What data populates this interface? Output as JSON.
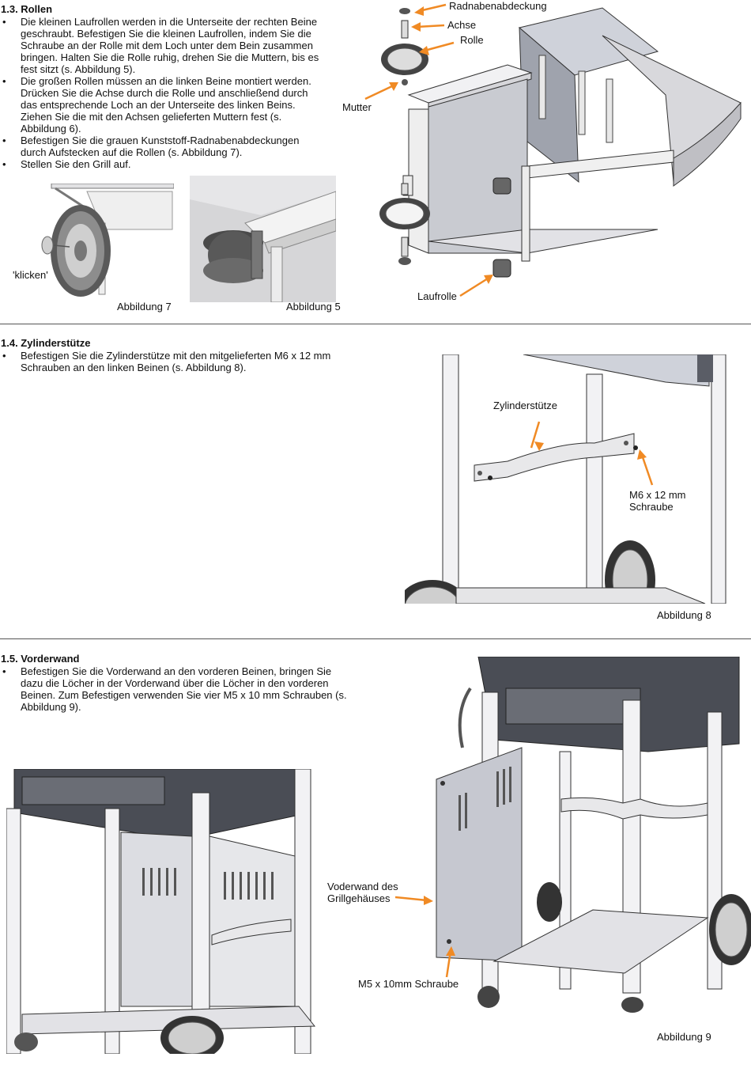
{
  "section_1_3": {
    "heading": "1.3. Rollen",
    "bullets": [
      "Die kleinen Laufrollen werden in die Unterseite der rechten Beine geschraubt. Befestigen Sie die kleinen Laufrollen, indem Sie die Schraube an der Rolle mit dem Loch unter dem Bein zusammen bringen. Halten Sie die Rolle ruhig, drehen Sie die Muttern, bis es fest sitzt (s. Abbildung 5).",
      "Die großen Rollen müssen an die linken Beine montiert werden. Drücken Sie die Achse durch die Rolle und anschließend durch das entsprechende Loch an der Unterseite des linken Beins. Ziehen Sie die mit den Achsen gelieferten Muttern fest (s. Abbildung 6).",
      "Befestigen Sie die grauen Kunststoff-Radnabenabdeckungen durch Aufstecken auf die Rollen (s. Abbildung 7).",
      "Stellen Sie den Grill auf."
    ],
    "fig7_caption": "Abbildung 7",
    "fig5_caption": "Abbildung 5",
    "klicken_label": "'klicken'",
    "labels": {
      "radnabenabdeckung": "Radnabenabdeckung",
      "achse": "Achse",
      "rolle": "Rolle",
      "mutter": "Mutter",
      "laufrolle": "Laufrolle"
    }
  },
  "section_1_4": {
    "heading": "1.4. Zylinderstütze",
    "bullets": [
      "Befestigen Sie die Zylinderstütze mit den mitgelieferten M6 x 12 mm Schrauben an den linken Beinen (s. Abbildung 8)."
    ],
    "labels": {
      "zylinderstuetze": "Zylinderstütze",
      "schraube_line1": "M6 x 12 mm",
      "schraube_line2": "Schraube"
    },
    "fig8_caption": "Abbildung 8"
  },
  "section_1_5": {
    "heading": "1.5. Vorderwand",
    "bullets": [
      "Befestigen Sie die Vorderwand an den vorderen Beinen, bringen Sie dazu die Löcher in der Vorderwand über die Löcher in den vorderen Beinen. Zum Befestigen verwenden Sie vier M5 x 10 mm Schrauben (s. Abbildung 9)."
    ],
    "labels": {
      "vorderwand_line1": "Voderwand des",
      "vorderwand_line2": "Grillgehäuses",
      "m5": "M5 x 10mm Schraube"
    },
    "fig9_caption": "Abbildung 9"
  },
  "colors": {
    "arrow": "#f08a24",
    "frame": "#e8e8ea",
    "panel": "#bfc2cc",
    "dark": "#4a4d55"
  }
}
